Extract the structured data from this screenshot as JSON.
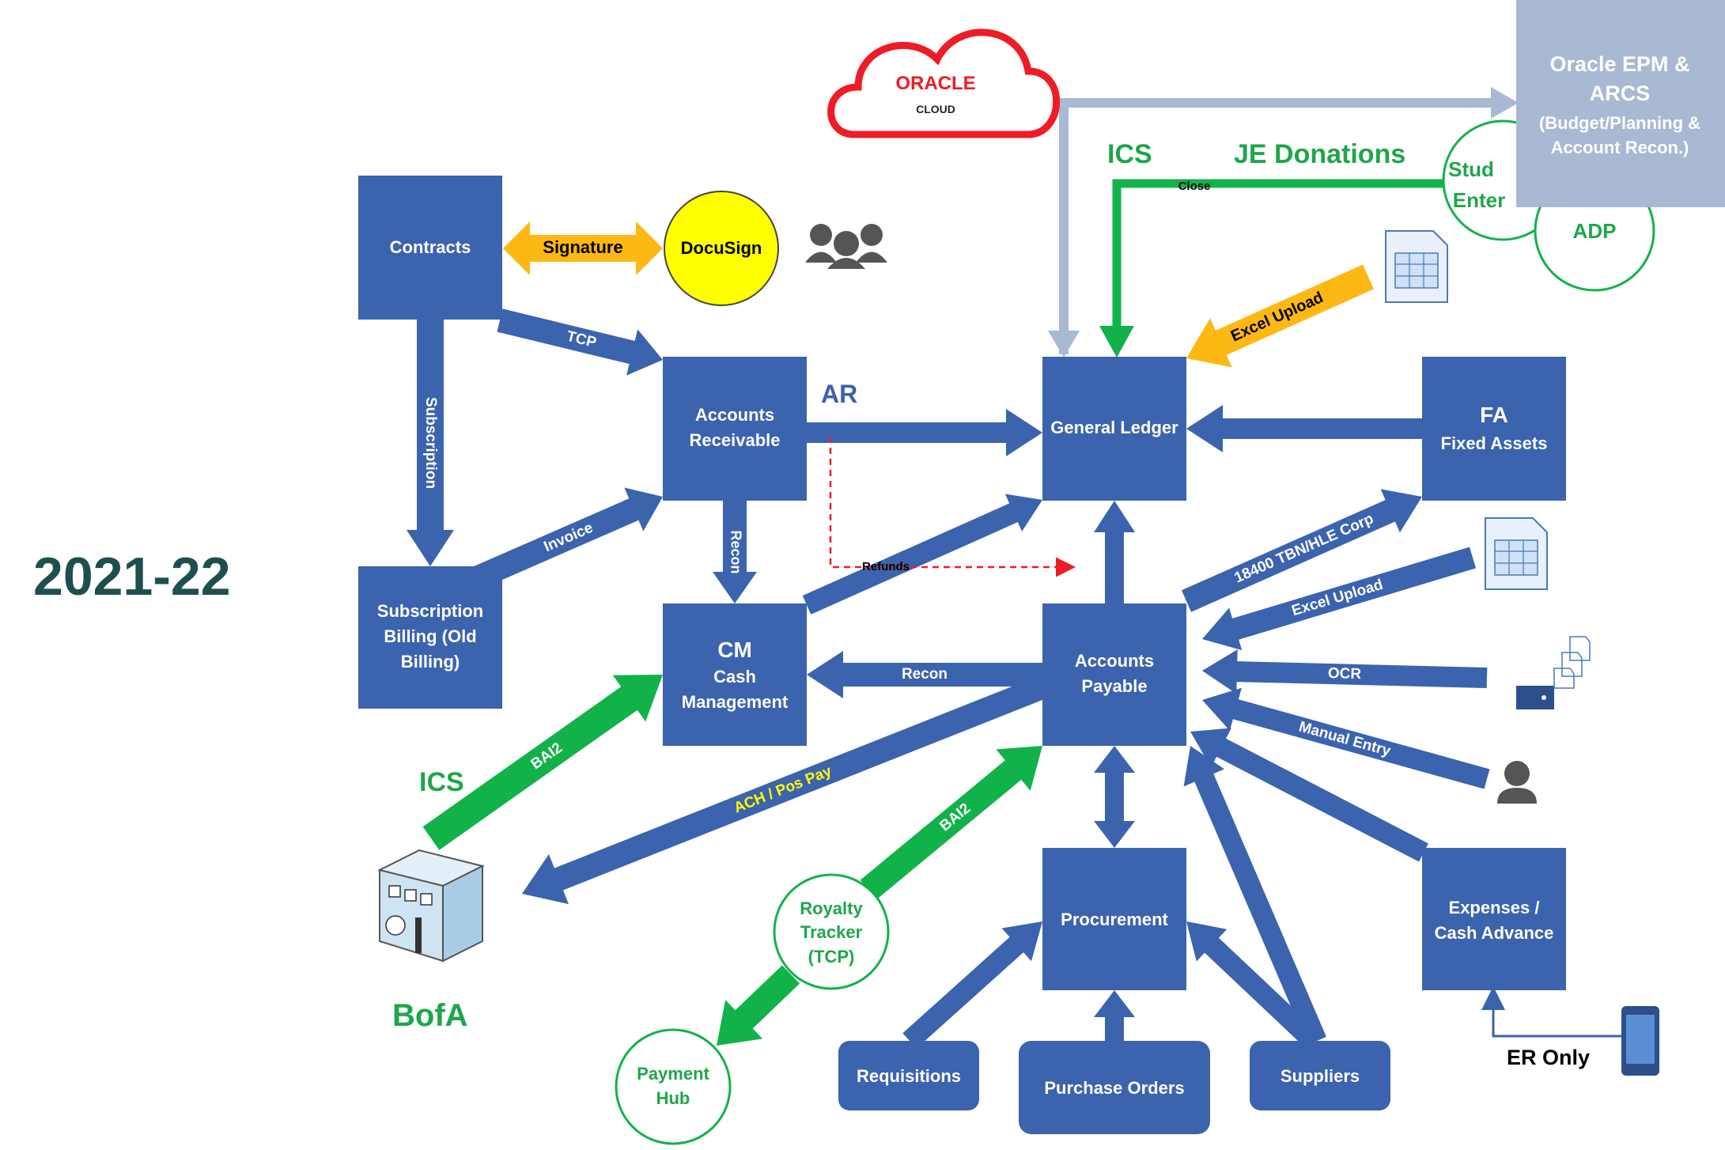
{
  "year": "2021-22",
  "colors": {
    "box": "#3b63ae",
    "green": "#12b24b",
    "green_text": "#1fa64a",
    "orange": "#fdb813",
    "yellow": "#ffff00",
    "gray": "#a9b8d3",
    "red": "#ee1c25",
    "title": "#1f4e4f"
  },
  "logo": {
    "brand": "ORACLE",
    "sub": "CLOUD"
  },
  "boxes": {
    "contracts": "Contracts",
    "ar": [
      "Accounts",
      "Receivable"
    ],
    "gl": "General Ledger",
    "fa": [
      "FA",
      "Fixed Assets"
    ],
    "subscription": [
      "Subscription",
      "Billing (Old",
      "Billing)"
    ],
    "cm": [
      "CM",
      "Cash",
      "Management"
    ],
    "ap": [
      "Accounts",
      "Payable"
    ],
    "procurement": "Procurement",
    "expenses": [
      "Expenses /",
      "Cash Advance"
    ],
    "requisitions": "Requisitions",
    "purchase_orders": "Purchase Orders",
    "suppliers": "Suppliers",
    "epm": [
      "Oracle EPM &",
      "ARCS",
      "(Budget/Planning &",
      "Account Recon.)"
    ]
  },
  "circles": {
    "docusign": "DocuSign",
    "student": [
      "Stud",
      "Enter"
    ],
    "adp": "ADP",
    "royalty": [
      "Royalty",
      "Tracker",
      "(TCP)"
    ],
    "payment_hub": [
      "Payment",
      "Hub"
    ]
  },
  "arrow_labels": {
    "signature": "Signature",
    "tcp": "TCP",
    "subscription": "Subscription",
    "invoice": "Invoice",
    "recon_vertical": "Recon",
    "recon_horizontal": "Recon",
    "refunds": "Refunds",
    "ar_tag": "AR",
    "ics_top": "ICS",
    "je_donations": "JE Donations",
    "close": "Close",
    "excel_upload_gl": "Excel Upload",
    "tbn": "18400  TBN/HLE Corp",
    "excel_upload_ap": "Excel Upload",
    "ocr": "OCR",
    "manual_entry": "Manual Entry",
    "bai2_cm": "BAI2",
    "ach": "ACH / Pos Pay",
    "bai2_ap": "BAI2",
    "ics_bofa": "ICS",
    "bofa": "BofA",
    "er_only": "ER Only"
  },
  "icons": [
    "oracle-cloud-icon",
    "people-group-icon",
    "spreadsheet-icon",
    "scanner-icon",
    "person-icon",
    "bank-building-icon",
    "mobile-phone-icon"
  ]
}
